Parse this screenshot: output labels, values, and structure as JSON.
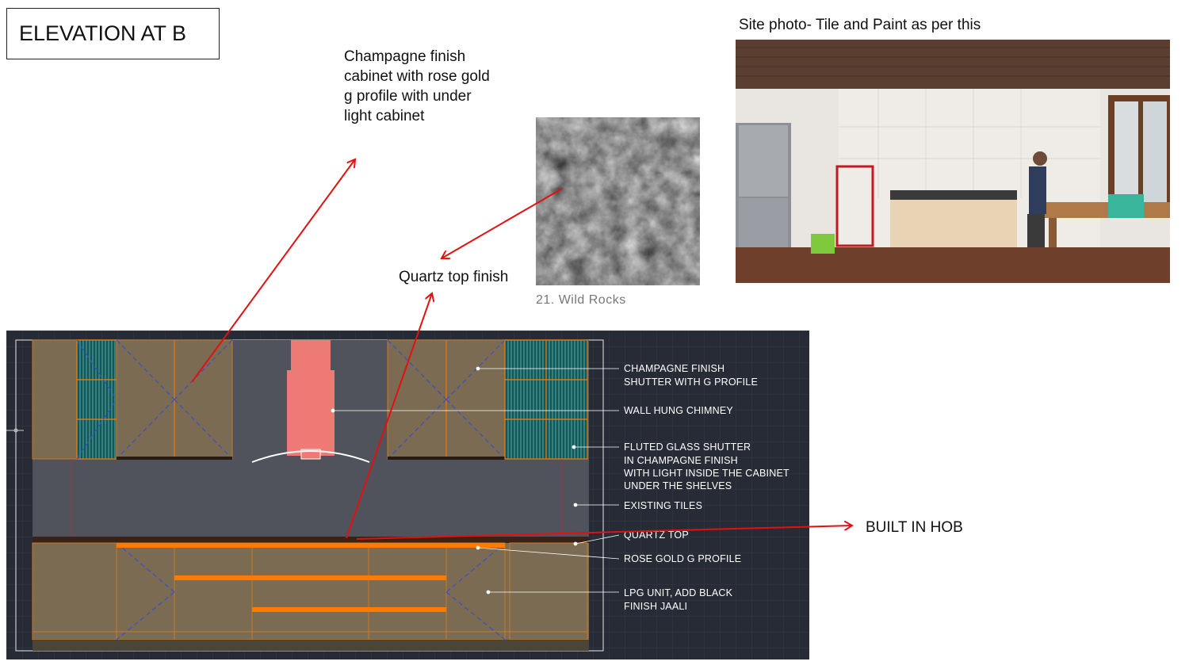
{
  "title": "ELEVATION AT B",
  "notes": {
    "cabinet": "Champagne finish cabinet with rose gold g profile with under light cabinet",
    "quartz": "Quartz top finish",
    "site_photo": "Site photo- Tile and Paint as per this",
    "hob": "BUILT IN HOB"
  },
  "swatch": {
    "caption": "21. Wild Rocks"
  },
  "cad_labels": {
    "shutter": [
      "CHAMPAGNE FINISH",
      "SHUTTER WITH G PROFILE"
    ],
    "chimney": [
      "WALL HUNG CHIMNEY"
    ],
    "fluted": [
      "FLUTED GLASS SHUTTER",
      "IN CHAMPAGNE FINISH",
      "WITH LIGHT INSIDE THE CABINET",
      "UNDER THE SHELVES"
    ],
    "tiles": [
      "EXISTING TILES"
    ],
    "quartz_top": [
      "QUARTZ TOP"
    ],
    "rose_gold": [
      "ROSE GOLD G PROFILE"
    ],
    "lpg": [
      "LPG UNIT, ADD BLACK",
      "FINISH JAALI"
    ]
  },
  "colors": {
    "cad_bg": "#272b36",
    "cabinet": "#7a6b52",
    "orange": "#ff7a00",
    "chimney": "#ee7a76",
    "fluted": "#0d5a5c",
    "arrow": "#e31010"
  }
}
